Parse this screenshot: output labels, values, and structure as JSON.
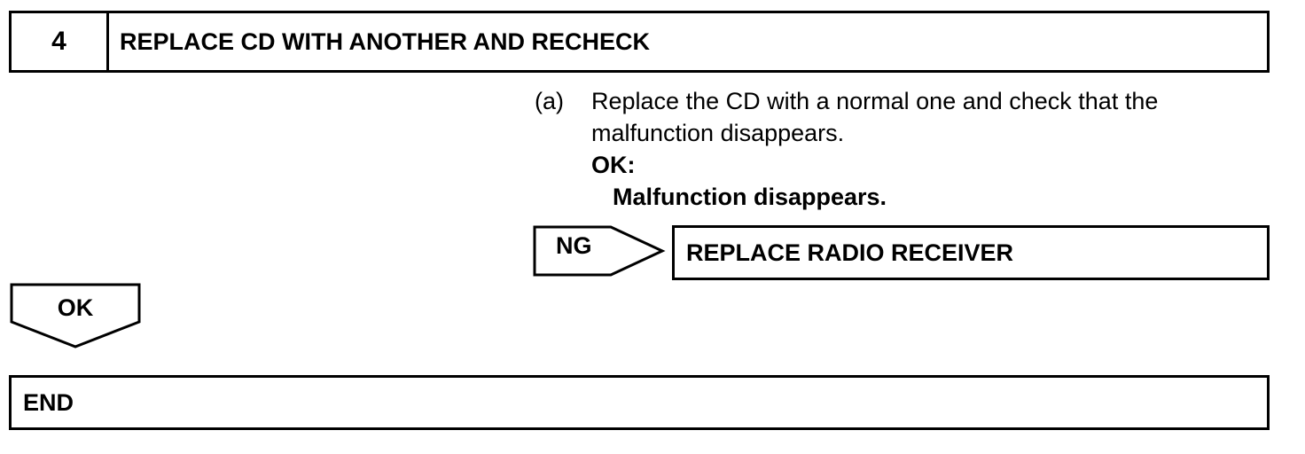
{
  "step": {
    "number": "4",
    "title": "REPLACE CD WITH ANOTHER AND RECHECK"
  },
  "instruction": {
    "label": "(a)",
    "text": "Replace the CD with a normal one and check that the malfunction disappears.",
    "ok_label": "OK:",
    "ok_detail": "Malfunction disappears."
  },
  "ng_branch": {
    "label": "NG",
    "action": "REPLACE RADIO RECEIVER"
  },
  "ok_branch": {
    "label": "OK"
  },
  "end": {
    "label": "END"
  }
}
